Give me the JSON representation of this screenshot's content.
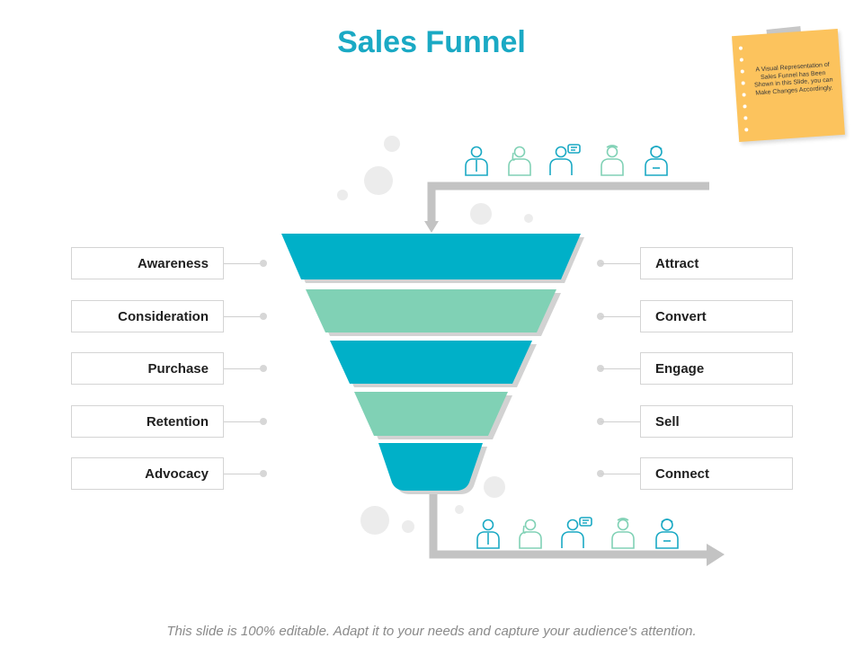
{
  "title": "Sales Funnel",
  "note": {
    "text": "A Visual Representation of Sales Funnel has Been Shown in this Slide, you can Make Changes Accordingly."
  },
  "footer": "This slide is 100% editable. Adapt it to your needs and capture your audience's attention.",
  "stages_left": [
    "Awareness",
    "Consideration",
    "Purchase",
    "Retention",
    "Advocacy"
  ],
  "stages_right": [
    "Attract",
    "Convert",
    "Engage",
    "Sell",
    "Connect"
  ],
  "colors": {
    "accent": "#1aa9c4",
    "teal": "#00b0c8",
    "mint": "#80d1b5",
    "arrow": "#c3c3c3",
    "note": "#fcc35d"
  },
  "icons": [
    "businessman-icon",
    "businesswoman-icon",
    "woman-chat-icon",
    "woman-icon",
    "man-icon"
  ]
}
